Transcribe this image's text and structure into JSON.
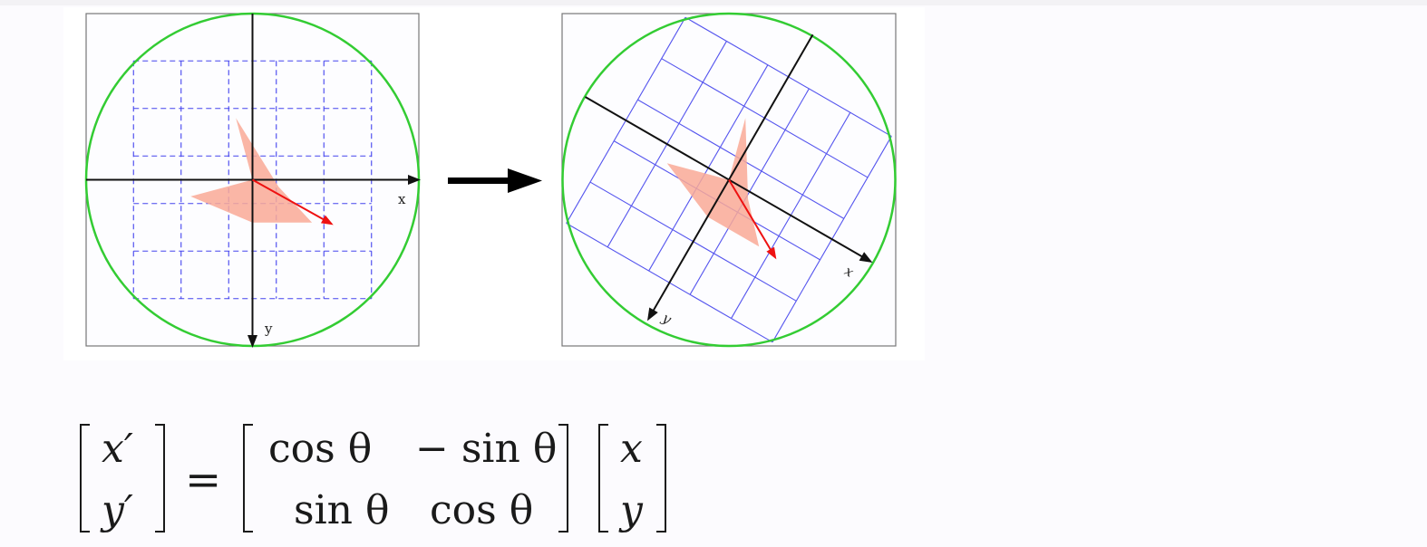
{
  "diagram": {
    "left_panel": {
      "x_label": "x",
      "y_label": "y"
    },
    "right_panel": {
      "x_label": "x",
      "y_label": "y",
      "grid_rotation_deg": 30
    },
    "colors": {
      "circle": "#33cc33",
      "grid_original": "#4444ee",
      "grid_rotated": "#5555ee",
      "axes": "#111111",
      "vector": "#ee1111",
      "shape": "#f9a996"
    }
  },
  "equation": {
    "lhs": [
      "x′",
      "y′"
    ],
    "equals": "=",
    "matrix": [
      [
        "cos θ",
        "− sin θ"
      ],
      [
        "sin θ",
        "cos θ"
      ]
    ],
    "rhs": [
      "x",
      "y"
    ]
  }
}
